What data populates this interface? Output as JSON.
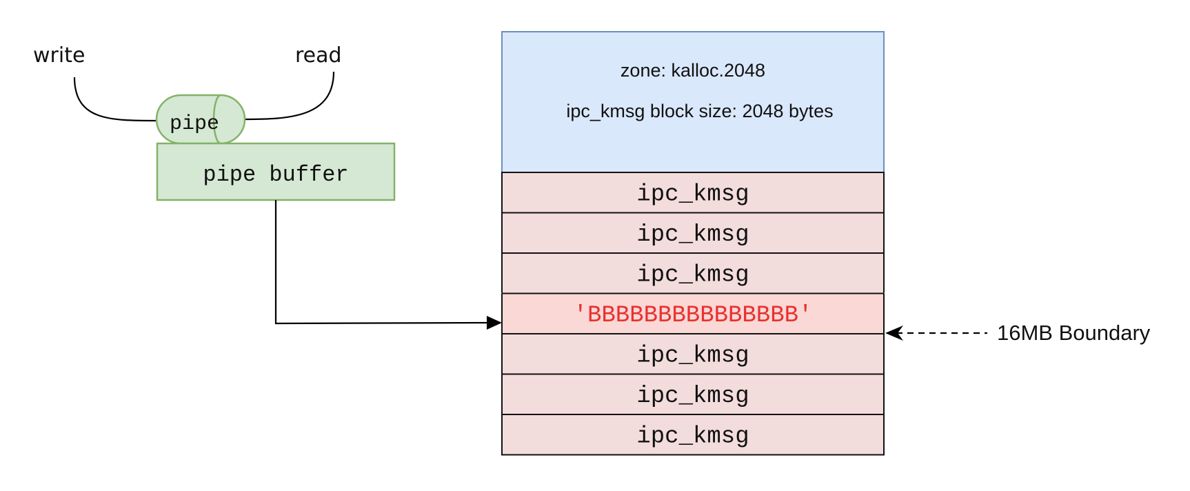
{
  "pipe_side": {
    "write_label": "write",
    "read_label": "read",
    "pipe_label": "pipe",
    "buffer_label": "pipe buffer"
  },
  "zone": {
    "zone_label": "zone: kalloc.2048",
    "block_size_label": "ipc_kmsg block size: 2048 bytes"
  },
  "blocks": [
    {
      "label": "ipc_kmsg",
      "kind": "kmsg"
    },
    {
      "label": "ipc_kmsg",
      "kind": "kmsg"
    },
    {
      "label": "ipc_kmsg",
      "kind": "kmsg"
    },
    {
      "label": "'BBBBBBBBBBBBBBB'",
      "kind": "payload"
    },
    {
      "label": "ipc_kmsg",
      "kind": "kmsg"
    },
    {
      "label": "ipc_kmsg",
      "kind": "kmsg"
    },
    {
      "label": "ipc_kmsg",
      "kind": "kmsg"
    }
  ],
  "boundary": {
    "label": "16MB Boundary"
  },
  "colors": {
    "green_fill": "#d5e8d4",
    "green_stroke": "#82b366",
    "blue_fill": "#dae8fc",
    "blue_stroke": "#6c8ebf",
    "red_fill": "#f8cecc",
    "payload_text": "#e8312f",
    "line": "#000000"
  }
}
